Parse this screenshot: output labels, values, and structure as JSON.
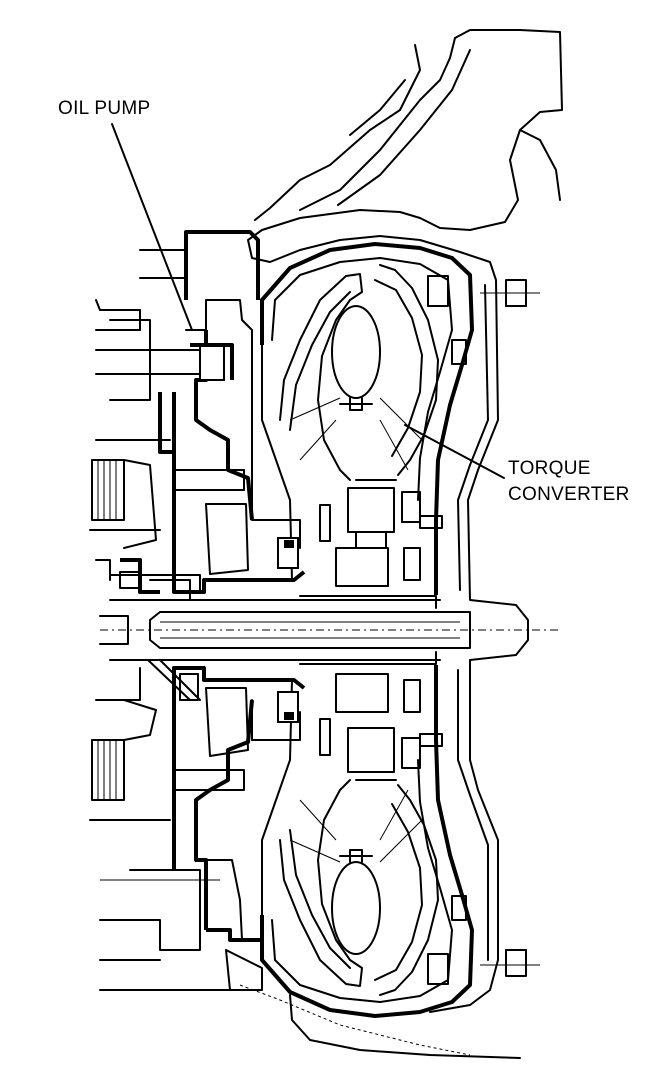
{
  "labels": {
    "oil_pump": "OIL PUMP",
    "torque_converter_line1": "TORQUE",
    "torque_converter_line2": "CONVERTER"
  },
  "colors": {
    "ink": "#000000",
    "paper": "#ffffff"
  }
}
